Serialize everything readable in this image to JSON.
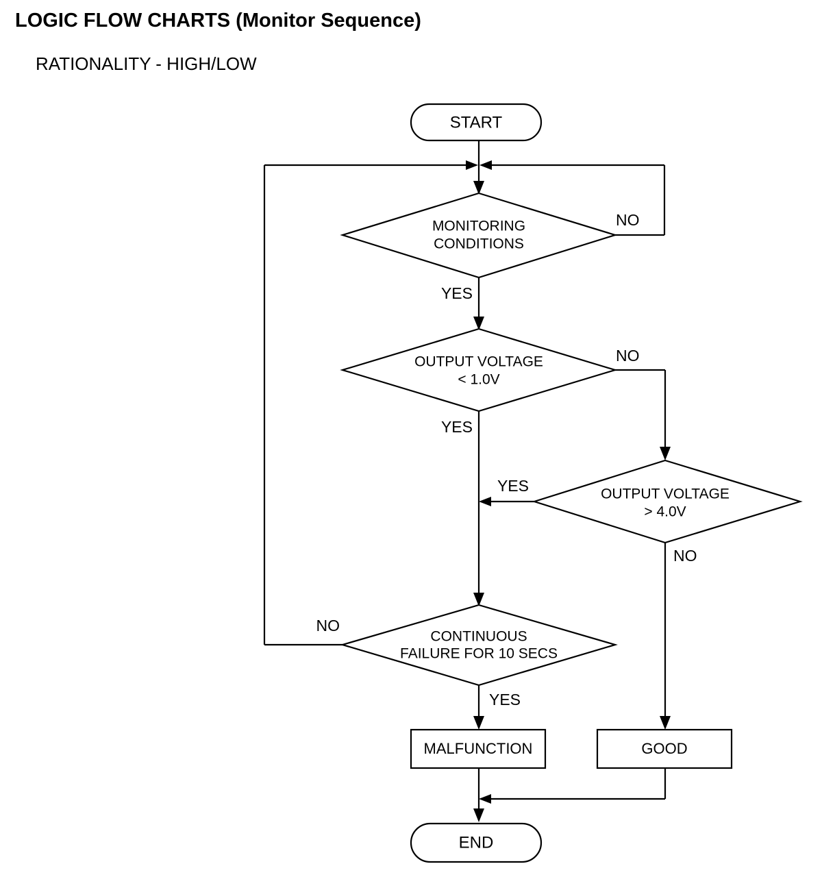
{
  "header": {
    "title": "LOGIC FLOW CHARTS (Monitor Sequence)",
    "subtitle": "RATIONALITY - HIGH/LOW"
  },
  "colors": {
    "stroke": "#000000",
    "fill": "#ffffff",
    "text": "#000000"
  },
  "chart_data": {
    "type": "diagram",
    "title": "LOGIC FLOW CHARTS (Monitor Sequence)",
    "subtitle": "RATIONALITY - HIGH/LOW",
    "nodes": [
      {
        "id": "start",
        "shape": "terminal",
        "label": "START"
      },
      {
        "id": "monitoring",
        "shape": "decision",
        "label_line1": "MONITORING",
        "label_line2": "CONDITIONS"
      },
      {
        "id": "volt_low",
        "shape": "decision",
        "label_line1": "OUTPUT VOLTAGE",
        "label_line2": "< 1.0V"
      },
      {
        "id": "volt_high",
        "shape": "decision",
        "label_line1": "OUTPUT VOLTAGE",
        "label_line2": "> 4.0V"
      },
      {
        "id": "cont_fail",
        "shape": "decision",
        "label_line1": "CONTINUOUS",
        "label_line2": "FAILURE FOR 10 SECS"
      },
      {
        "id": "malfunction",
        "shape": "process",
        "label": "MALFUNCTION"
      },
      {
        "id": "good",
        "shape": "process",
        "label": "GOOD"
      },
      {
        "id": "end",
        "shape": "terminal",
        "label": "END"
      }
    ],
    "edges": [
      {
        "from": "start",
        "to": "monitoring",
        "label": ""
      },
      {
        "from": "monitoring",
        "to": "volt_low",
        "label": "YES"
      },
      {
        "from": "monitoring",
        "to": "monitoring",
        "label": "NO"
      },
      {
        "from": "volt_low",
        "to": "cont_fail",
        "label": "YES"
      },
      {
        "from": "volt_low",
        "to": "volt_high",
        "label": "NO"
      },
      {
        "from": "volt_high",
        "to": "cont_fail",
        "label": "YES"
      },
      {
        "from": "volt_high",
        "to": "good",
        "label": "NO"
      },
      {
        "from": "cont_fail",
        "to": "malfunction",
        "label": "YES"
      },
      {
        "from": "cont_fail",
        "to": "monitoring",
        "label": "NO"
      },
      {
        "from": "malfunction",
        "to": "end",
        "label": ""
      },
      {
        "from": "good",
        "to": "end",
        "label": ""
      }
    ]
  },
  "labels": {
    "start": "START",
    "end": "END",
    "malfunction": "MALFUNCTION",
    "good": "GOOD",
    "monitoring_l1": "MONITORING",
    "monitoring_l2": "CONDITIONS",
    "volt_low_l1": "OUTPUT VOLTAGE",
    "volt_low_l2": "< 1.0V",
    "volt_high_l1": "OUTPUT VOLTAGE",
    "volt_high_l2": "> 4.0V",
    "cont_fail_l1": "CONTINUOUS",
    "cont_fail_l2": "FAILURE FOR 10 SECS",
    "monitoring_no": "NO",
    "monitoring_yes": "YES",
    "volt_low_no": "NO",
    "volt_low_yes": "YES",
    "volt_high_yes": "YES",
    "volt_high_no": "NO",
    "cont_fail_no": "NO",
    "cont_fail_yes": "YES"
  }
}
